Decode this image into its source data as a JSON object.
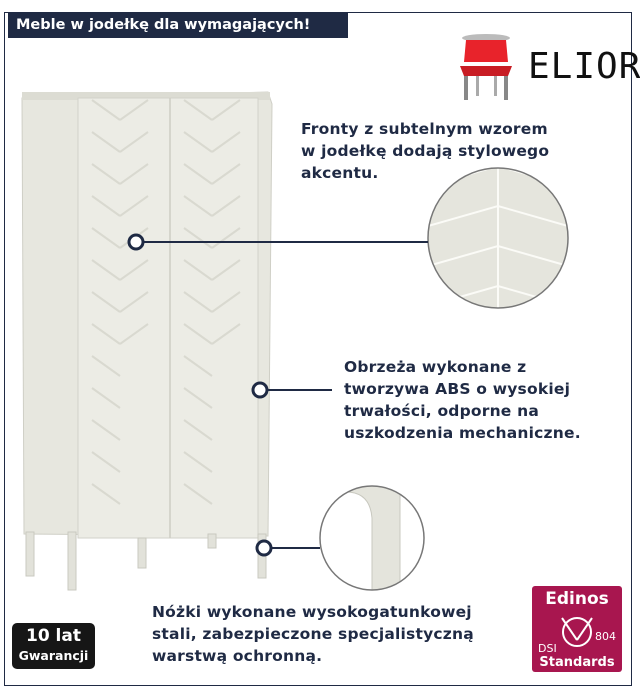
{
  "header": {
    "title": "Meble w jodełkę dla wymagających!"
  },
  "brand": {
    "name": "ELIOR"
  },
  "features": [
    {
      "text": "Fronty z subtelnym wzorem\nw jodełkę dodają stylowego\nakcentu."
    },
    {
      "text": "Obrzeża wykonane z\ntworzywa ABS o wysokiej\ntrwałości, odporne na\nuszkodzenia mechaniczne."
    },
    {
      "text": "Nóżki wykonane wysokogatunkowej\nstali, zabezpieczone specjalistyczną\nwarstwą ochronną."
    }
  ],
  "warranty": {
    "years": "10 lat",
    "label": "Gwarancji"
  },
  "certification": {
    "brand": "Edinos",
    "left": "DSI",
    "number": "804",
    "label": "Standards"
  },
  "colors": {
    "accent": "#1f2a44",
    "wardrobe": "#e6e6de",
    "edinos": "#a8164f"
  }
}
